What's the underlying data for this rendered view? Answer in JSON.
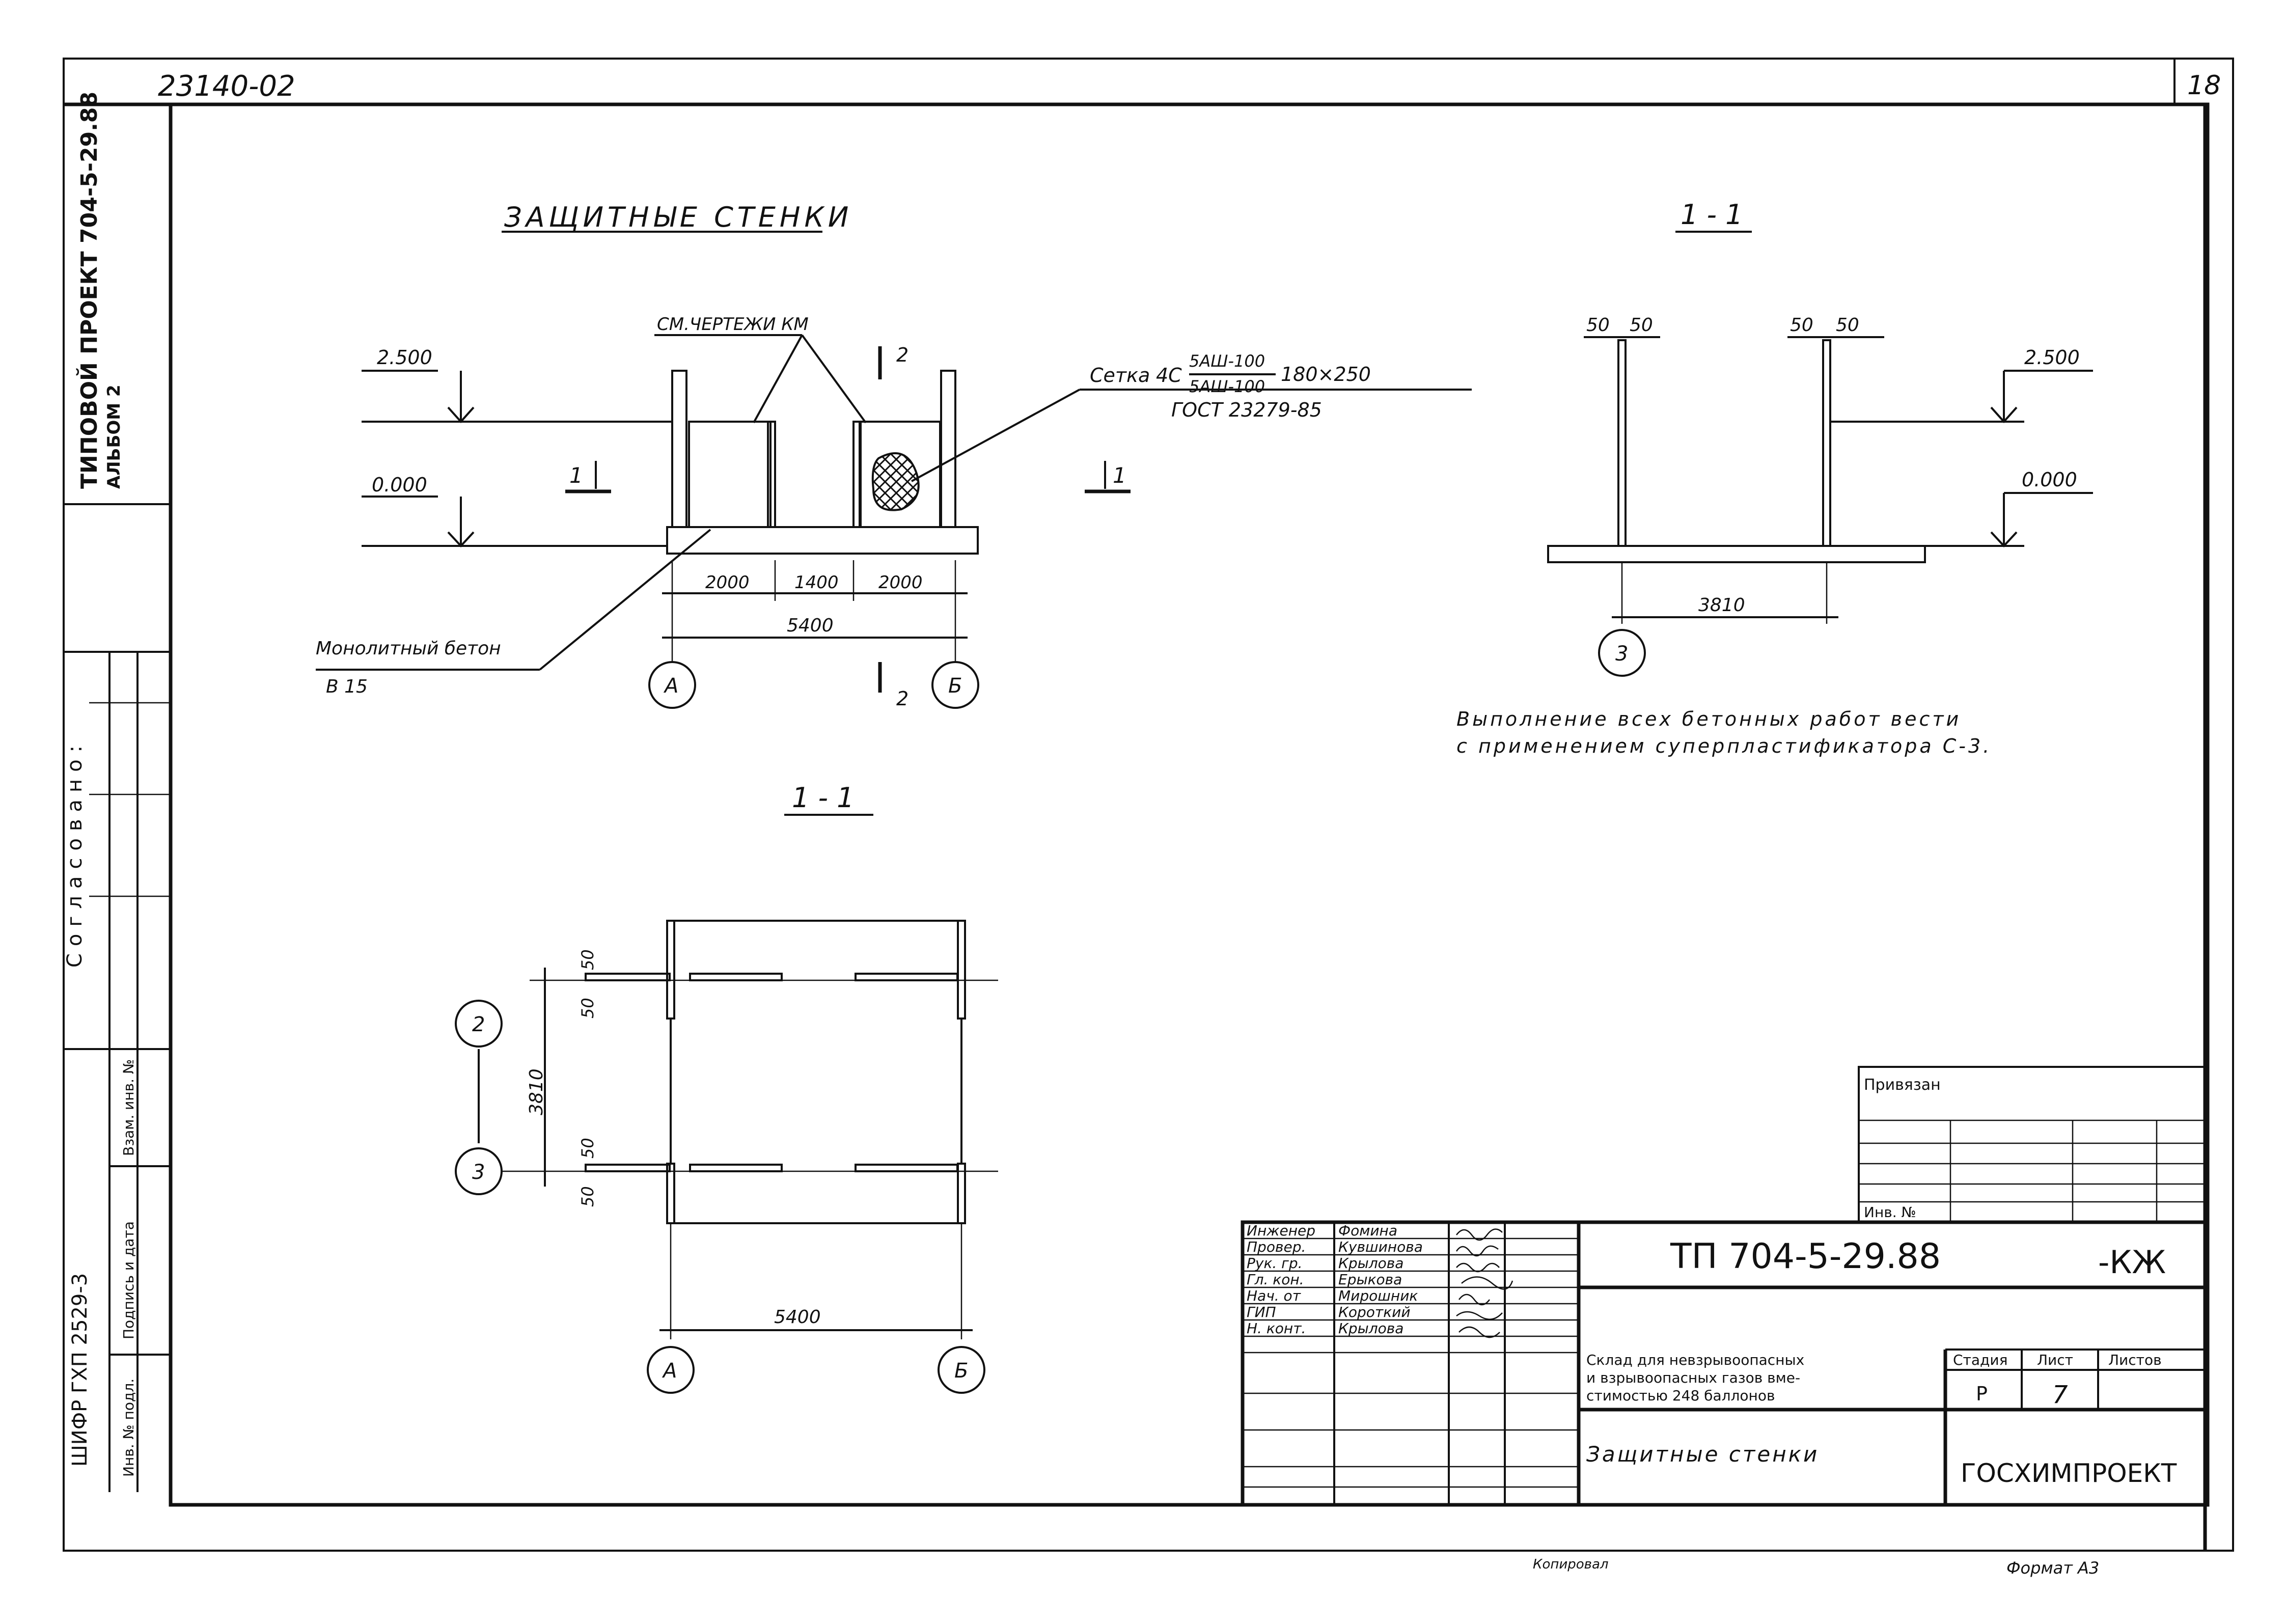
{
  "header": {
    "doc_code": "23140-02",
    "page_number": "18"
  },
  "side": {
    "project": "ТИПОВОЙ ПРОЕКТ 704-5-29.88",
    "album": "АЛЬБОМ 2",
    "approved": "Согласовано:",
    "cipher": "ШИФР ГХП 2529-3",
    "col_inv": "Инв. № подл.",
    "col_sign": "Подпись и дата",
    "col_vzam": "Взам. инв. №"
  },
  "plan_view": {
    "title": "ЗАЩИТНЫЕ СТЕНКИ",
    "km_note": "СМ.ЧЕРТЕЖИ КМ",
    "mesh_label": "Сетка",
    "mesh_code": "4С",
    "mesh_top": "5АШ-100",
    "mesh_bottom": "5АШ-100",
    "mesh_size": "180×250",
    "mesh_gost": "ГОСТ 23279-85",
    "level_top": "2.500",
    "level_zero": "0.000",
    "section_mark": "1",
    "section2_mark": "2",
    "dims": [
      "2000",
      "1400",
      "2000"
    ],
    "total_dim": "5400",
    "concrete_label": "Монолитный бетон",
    "concrete_class": "В 15",
    "axis_a": "А",
    "axis_b": "Б"
  },
  "section_right": {
    "title": "1 - 1",
    "dim_a": "50",
    "dim_b": "50",
    "level_top": "2.500",
    "level_zero": "0.000",
    "spacing": "3810",
    "axis": "3",
    "note_line1": "Выполнение всех бетонных работ вести",
    "note_line2": "с применением суперпластификатора С-3."
  },
  "section_bottom": {
    "title": "1 - 1",
    "axis_2": "2",
    "axis_3": "3",
    "dim_50": "50",
    "spacing": "3810",
    "total_dim": "5400",
    "axis_a": "А",
    "axis_b": "Б"
  },
  "stamp": {
    "privyazan": "Привязан",
    "inv_no": "Инв. №",
    "roles": [
      {
        "role": "Инженер",
        "name": "Фомина"
      },
      {
        "role": "Провер.",
        "name": "Кувшинова"
      },
      {
        "role": "Рук. гр.",
        "name": "Крылова"
      },
      {
        "role": "Гл. кон.",
        "name": "Ерыкова"
      },
      {
        "role": "Нач. от",
        "name": "Мирошник"
      },
      {
        "role": "ГИП",
        "name": "Короткий"
      },
      {
        "role": "Н. конт.",
        "name": "Крылова"
      }
    ],
    "doc_number": "ТП 704-5-29.88",
    "doc_suffix": "-КЖ",
    "desc_line1": "Склад для невзрывоопасных",
    "desc_line2": "и взрывоопасных газов вме-",
    "desc_line3": "стимостью 248 баллонов",
    "sheet_title": "Защитные стенки",
    "stage_label": "Стадия",
    "sheet_label": "Лист",
    "sheets_label": "Листов",
    "stage": "Р",
    "sheet": "7",
    "sheets": "",
    "org": "ГОСХИМПРОЕКТ"
  },
  "footer": {
    "copied": "Копировал",
    "format": "Формат А3"
  }
}
